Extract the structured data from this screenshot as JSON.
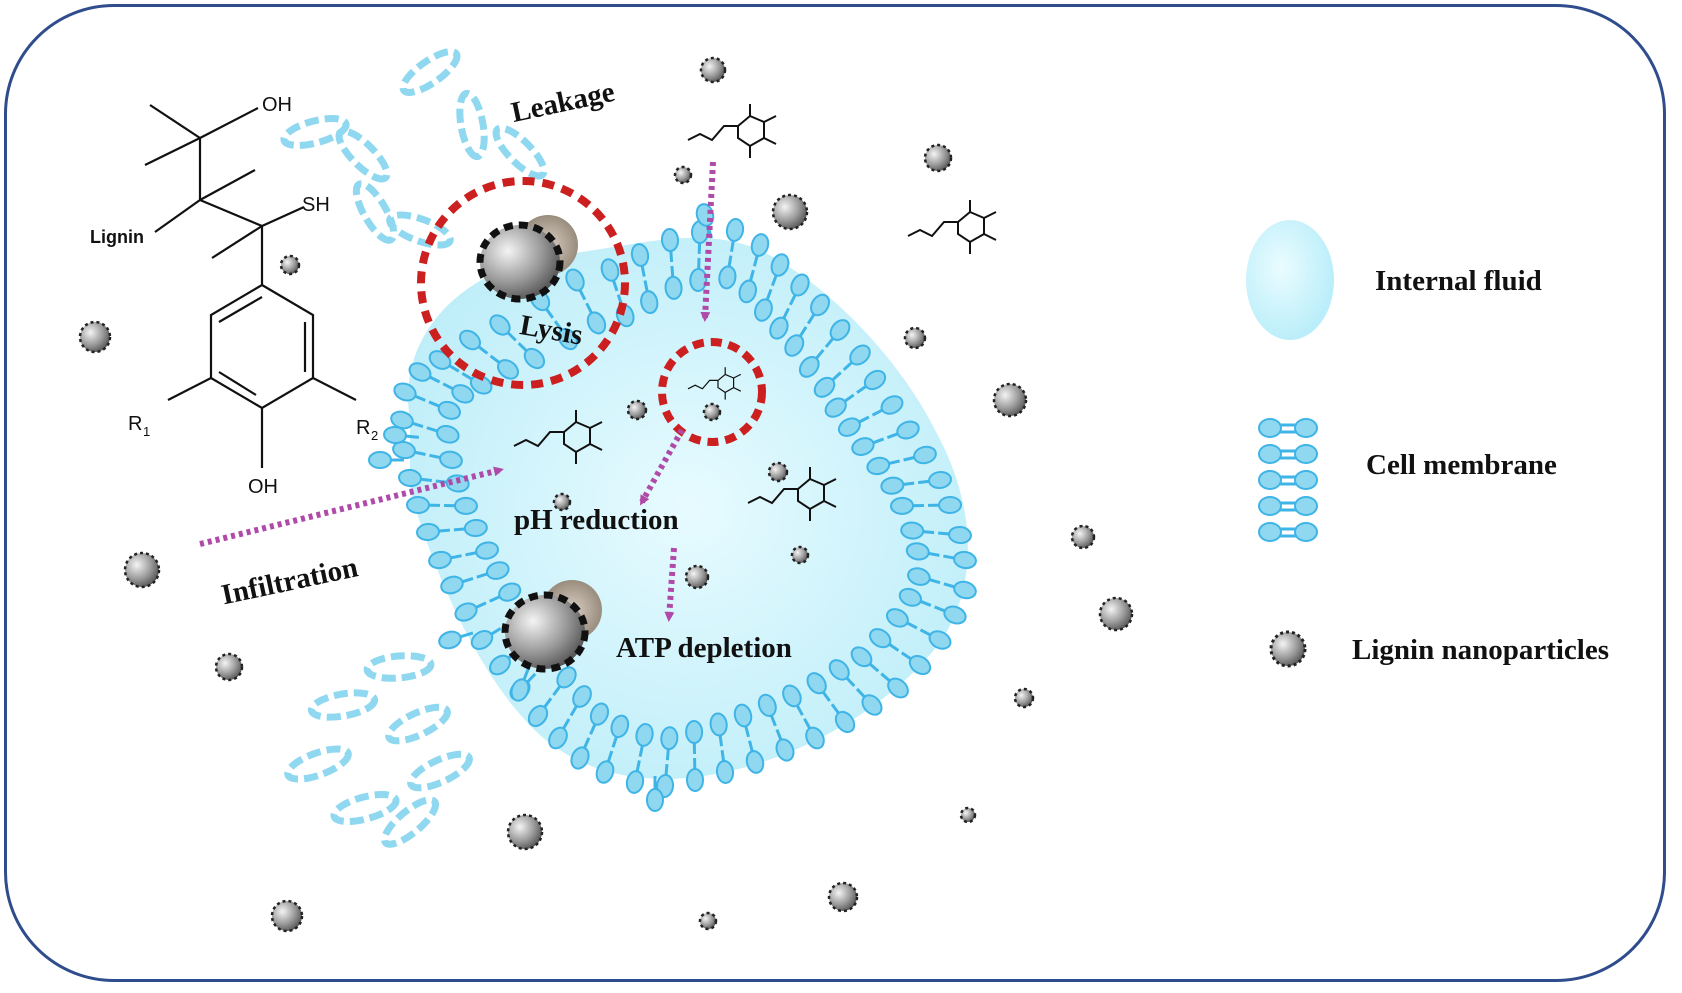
{
  "labels": {
    "leakage": "Leakage",
    "lysis": "Lysis",
    "infiltration": "Infiltration",
    "ph_reduction": "pH reduction",
    "atp_depletion": "ATP depletion"
  },
  "structure": {
    "oh_top": "OH",
    "sh": "SH",
    "lignin": "Lignin",
    "r1": "R",
    "r1_sub": "1",
    "r2": "R",
    "r2_sub": "2",
    "oh_bottom": "OH"
  },
  "legend": {
    "internal_fluid": "Internal fluid",
    "cell_membrane": "Cell membrane",
    "lignin_nanoparticles": "Lignin nanoparticles"
  },
  "colors": {
    "frame": "#2f4c8c",
    "membrane": "#8fd8f0",
    "membrane_stroke": "#3fb4e6",
    "fluid": "#c9f2fa",
    "lysis_ring": "#cc1f1f",
    "arrow": "#b04aa8",
    "nanoparticle": "#7d7d7d"
  }
}
